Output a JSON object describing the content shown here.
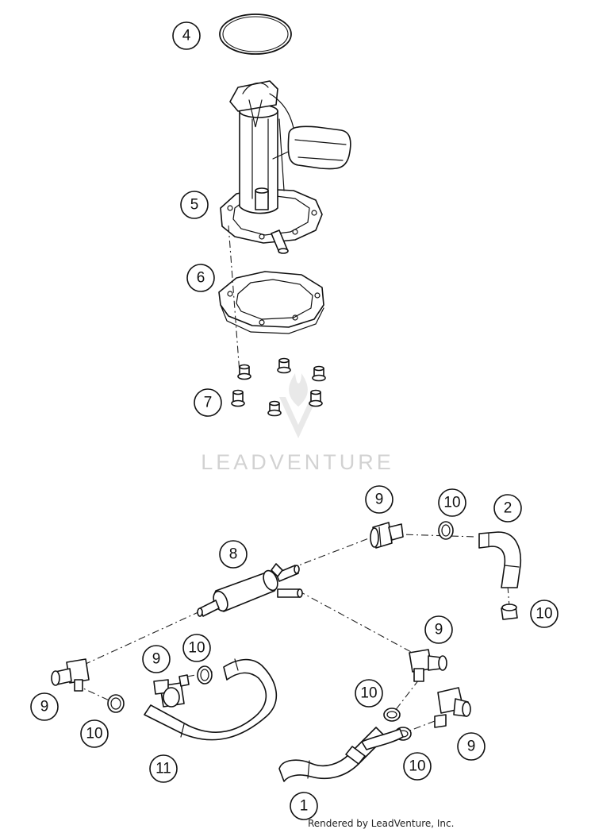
{
  "callouts": [
    {
      "id": "4"
    },
    {
      "id": "5"
    },
    {
      "id": "6"
    },
    {
      "id": "7"
    },
    {
      "id": "9"
    },
    {
      "id": "10"
    },
    {
      "id": "2"
    },
    {
      "id": "8"
    },
    {
      "id": "10"
    },
    {
      "id": "9"
    },
    {
      "id": "9"
    },
    {
      "id": "10"
    },
    {
      "id": "10"
    },
    {
      "id": "9"
    },
    {
      "id": "10"
    },
    {
      "id": "9"
    },
    {
      "id": "11"
    },
    {
      "id": "10"
    },
    {
      "id": "1"
    }
  ],
  "watermark": {
    "brand": "LEADVENTURE"
  },
  "footer": {
    "text": "Rendered by LeadVenture, Inc."
  }
}
